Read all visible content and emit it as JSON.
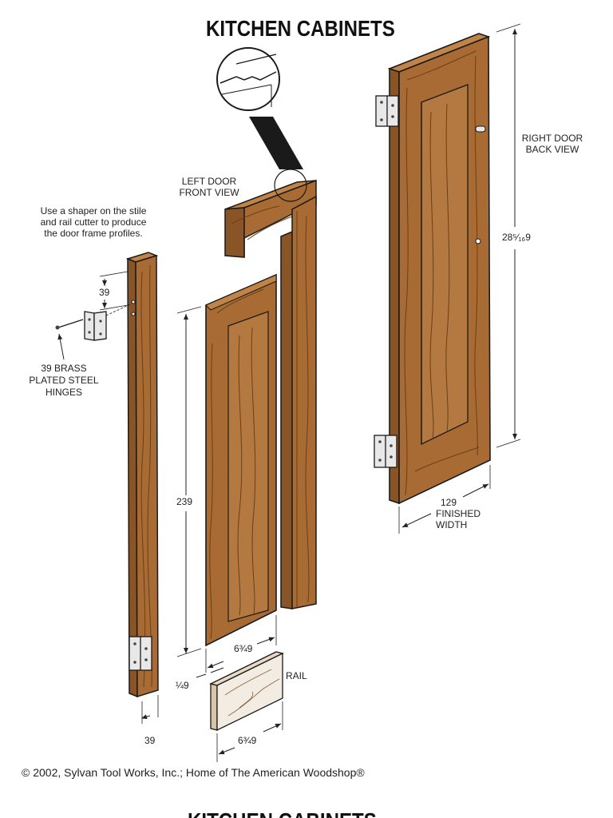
{
  "title": "KITCHEN CABINETS",
  "labels": {
    "left_door": [
      "LEFT DOOR",
      "FRONT VIEW"
    ],
    "right_door": [
      "RIGHT DOOR",
      "BACK VIEW"
    ],
    "shaper_note": [
      "Use a shaper on the stile",
      "and rail cutter to produce",
      "the door frame profiles."
    ],
    "hinges": [
      "39 BRASS",
      "PLATED STEEL",
      "HINGES"
    ],
    "rail": "RAIL",
    "finished_width": [
      "129",
      "FINISHED",
      "WIDTH"
    ]
  },
  "dimensions": {
    "stile_top_offset": "39",
    "stile_width": "39",
    "panel_height": "239",
    "panel_width": "6¾9",
    "panel_thickness": "¼9",
    "rail_width": "6¾9",
    "door_height": "28⁵⁄₁₆9"
  },
  "copyright": "© 2002, Sylvan Tool Works, Inc.; Home of The American Woodshop®",
  "next_page_title": "KITCHEN CABINETS",
  "colors": {
    "wood": "#a86b34",
    "wood_light": "#c08448",
    "wood_dark": "#7a4a20",
    "grain": "#6b3f18",
    "hinge": "#e8e8e8",
    "outline": "#1a1a1a"
  }
}
